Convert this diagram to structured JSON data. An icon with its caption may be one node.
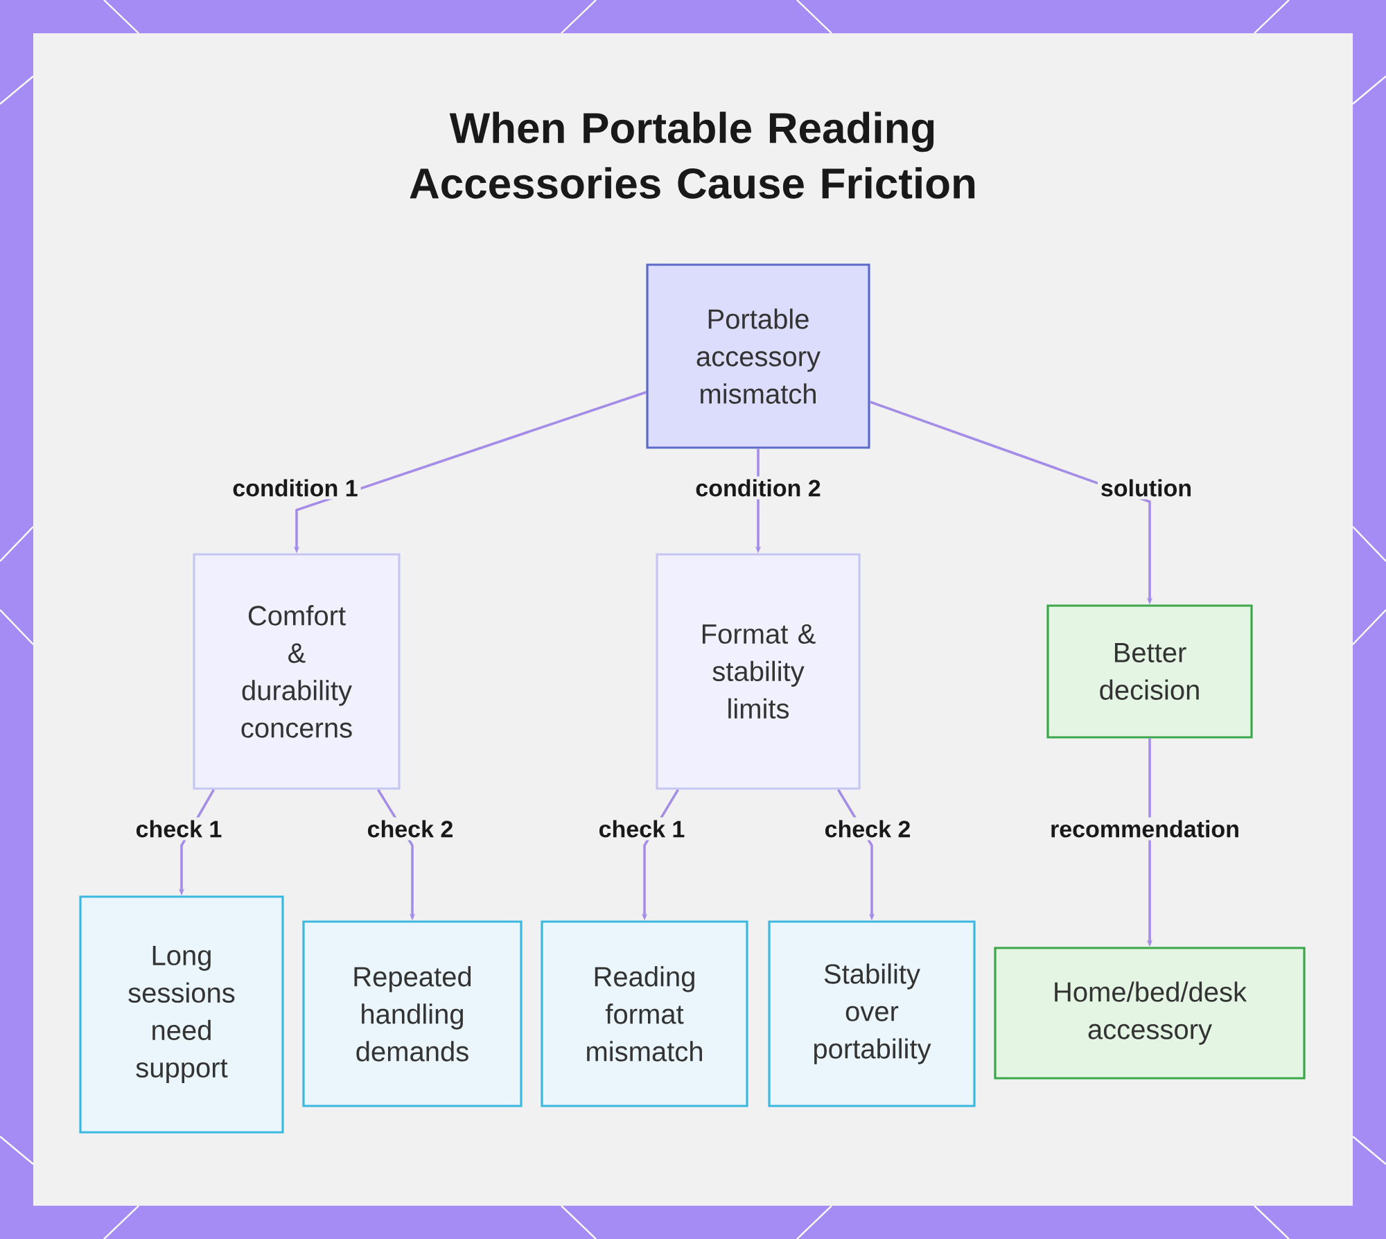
{
  "diagram": {
    "title": "When Portable Reading Accessories Cause Friction",
    "nodes": [
      {
        "text": [
          "Portable accessory mismatch"
        ]
      },
      {
        "text": [
          "Comfort & durability concerns"
        ]
      },
      {
        "text": [
          "Format & stability limits"
        ]
      },
      {
        "text": [
          "Better decision"
        ]
      },
      {
        "text": [
          "Long sessions need support"
        ]
      },
      {
        "text": [
          "Repeated handling demands"
        ]
      },
      {
        "text": [
          "Reading format mismatch"
        ]
      },
      {
        "text": [
          "Stability over portability"
        ]
      },
      {
        "text": [
          "Home/bed/desk accessory"
        ]
      }
    ],
    "edges": [
      {
        "from": 0,
        "to": 1,
        "arrow": "to",
        "label": "condition 1"
      },
      {
        "from": 0,
        "to": 2,
        "arrow": "to",
        "label": "condition 2"
      },
      {
        "from": 0,
        "to": 3,
        "arrow": "to",
        "label": "solution"
      },
      {
        "from": 1,
        "to": 4,
        "arrow": "to",
        "label": "check 1"
      },
      {
        "from": 1,
        "to": 5,
        "arrow": "to",
        "label": "check 2"
      },
      {
        "from": 2,
        "to": 6,
        "arrow": "to",
        "label": "check 1"
      },
      {
        "from": 2,
        "to": 7,
        "arrow": "to",
        "label": "check 2"
      },
      {
        "from": 3,
        "to": 8,
        "arrow": "to",
        "label": "recommendation"
      }
    ]
  }
}
